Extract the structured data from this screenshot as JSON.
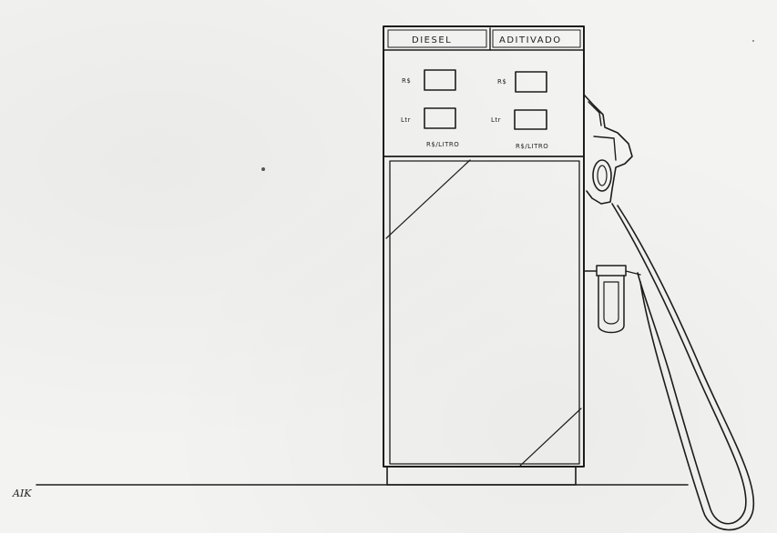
{
  "pump": {
    "label_left": "DIESEL",
    "label_right": "ADITIVADO",
    "left_display": {
      "row1_label": "R$",
      "row2_label": "Ltr",
      "unit_label": "R$/LITRO"
    },
    "right_display": {
      "row1_label": "R$",
      "row2_label": "Ltr",
      "unit_label": "R$/LITRO"
    }
  },
  "signature": "AIK",
  "colors": {
    "paper": "#f3f3f1",
    "ink": "#1c1c1c"
  }
}
